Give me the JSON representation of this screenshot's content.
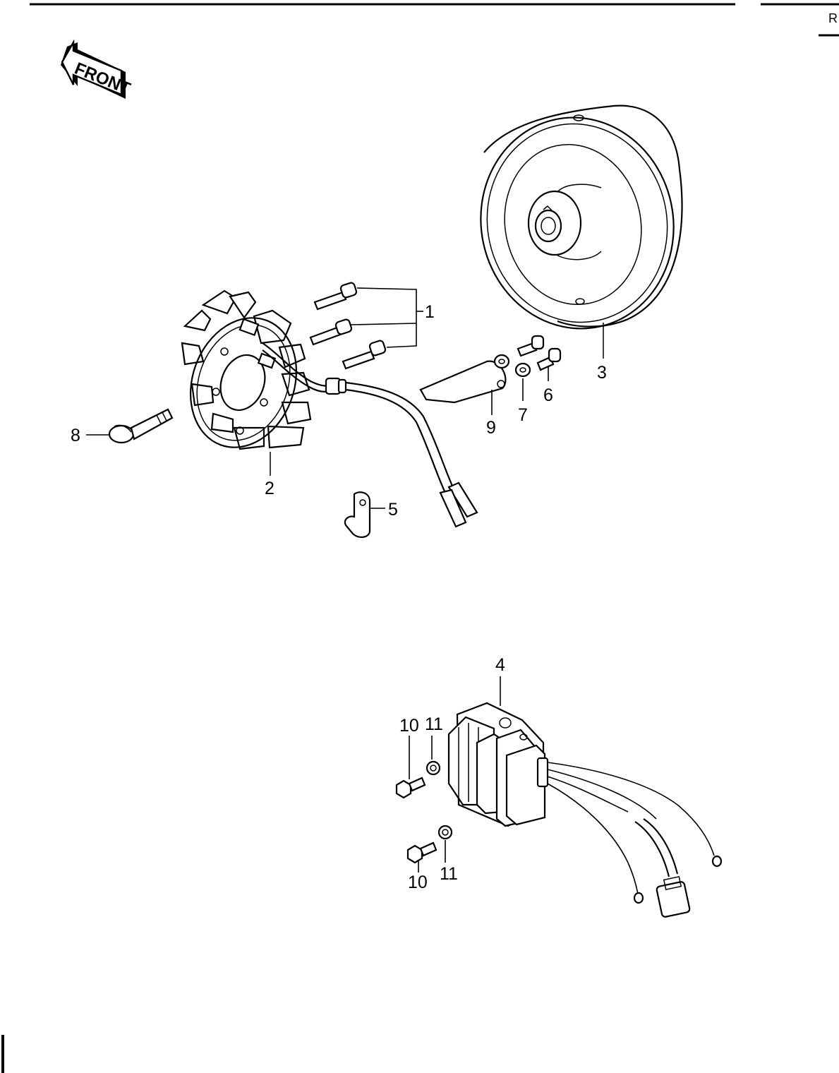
{
  "corner_mark": "R",
  "direction_arrow": {
    "label": "FRONT"
  },
  "callouts": {
    "c1": "1",
    "c2": "2",
    "c3": "3",
    "c4": "4",
    "c5": "5",
    "c6": "6",
    "c7": "7",
    "c8": "8",
    "c9": "9",
    "c10a": "10",
    "c11a": "11",
    "c10b": "10",
    "c11b": "11"
  }
}
